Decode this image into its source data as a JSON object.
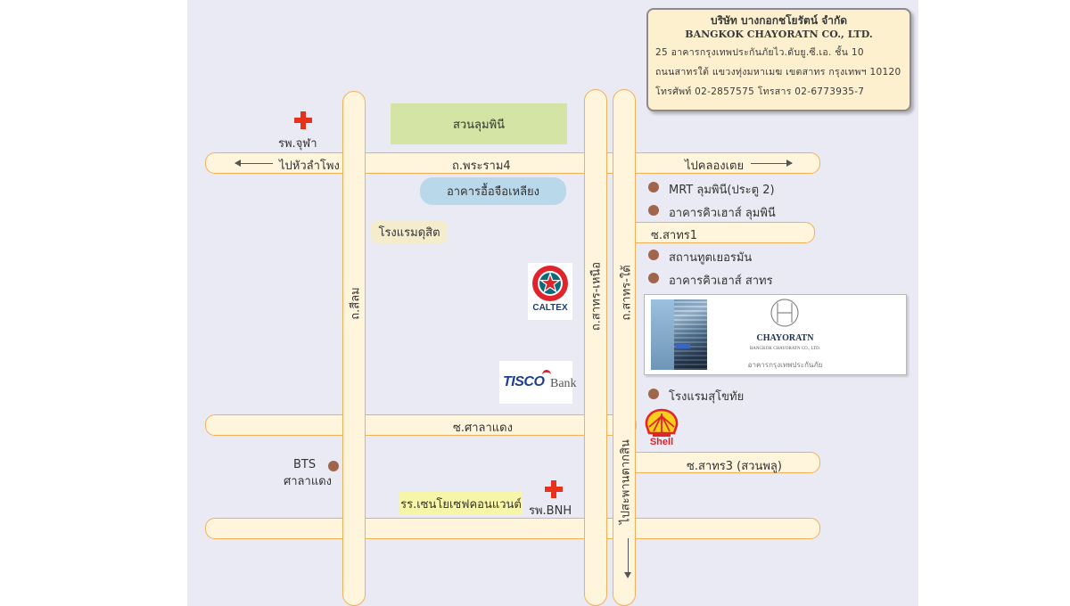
{
  "company": {
    "name_th": "บริษัท บางกอกชโยรัตน์ จำกัด",
    "name_en": "BANGKOK CHAYORATN CO., LTD.",
    "address_line1": "25 อาคารกรุงเทพประกันภัยไว.ดับยู.ซี.เอ. ชั้น 10",
    "address_line2": "ถนนสาทรใต้ แขวงทุ่งมหาเมฆ เขตสาทร กรุงเทพฯ 10120",
    "contact_line": "โทรศัพท์  02-2857575  โทรสาร  02-6773935-7"
  },
  "roads": {
    "rama4": "ถ.พระราม4",
    "to_hualamphong": "ไปหัวลำโพง",
    "to_klongtoei": "ไปคลองเตย",
    "silom": "ถ.สีลม",
    "sathorn_nua": "ถ.สาทร-เหนือ",
    "sathorn_tai": "ถ.สาทร-ใต้",
    "soi_sathorn1": "ซ.สาทร1",
    "soi_saladaeng": "ซ.ศาลาแดง",
    "soi_sathorn3": "ซ.สาทร3 (สวนพลู)",
    "to_pradiphat": "ไปสะพานตากสิน"
  },
  "places": {
    "lumpini_park": "สวนลุมพินี",
    "chula_hospital": "รพ.จุฬา",
    "ocean_building": "อาคารอื้อจือเหลียง",
    "dusit_hotel": "โรงแรมดุสิต",
    "mrt": "MRT ลุมพินี(ประตู 2)",
    "q_house_lumpini": "อาคารคิวเฮาส์ ลุมพินี",
    "german_embassy": "สถานทูตเยอรมัน",
    "q_house_sathorn": "อาคารคิวเฮาส์ สาทร",
    "sukhothai_hotel": "โรงแรมสุโขทัย",
    "bts": "BTS",
    "bts_station": "ศาลาแดง",
    "st_joseph": "รร.เซนโยเซฟคอนแวนต์",
    "bnh": "รพ.BNH"
  },
  "logos": {
    "caltex": "CALTEX",
    "tisco": "TISCO",
    "bank": "Bank",
    "shell": "Shell"
  },
  "photo_panel": {
    "brand": "CHAYORATN",
    "brand_sub": "BANGKOK CHAYORATN CO., LTD.",
    "building": "อาคารกรุงเทพประกันภัย"
  },
  "colors": {
    "road_fill": "#fff5dc",
    "road_border": "#f3b05a",
    "park": "#d3e4a4",
    "ocean_building": "#b9d8ea",
    "dusit_hotel": "#f5eccb",
    "school": "#f7f5a8",
    "poi_dot": "#a0654a",
    "hospital_cross": "#e8311a"
  }
}
